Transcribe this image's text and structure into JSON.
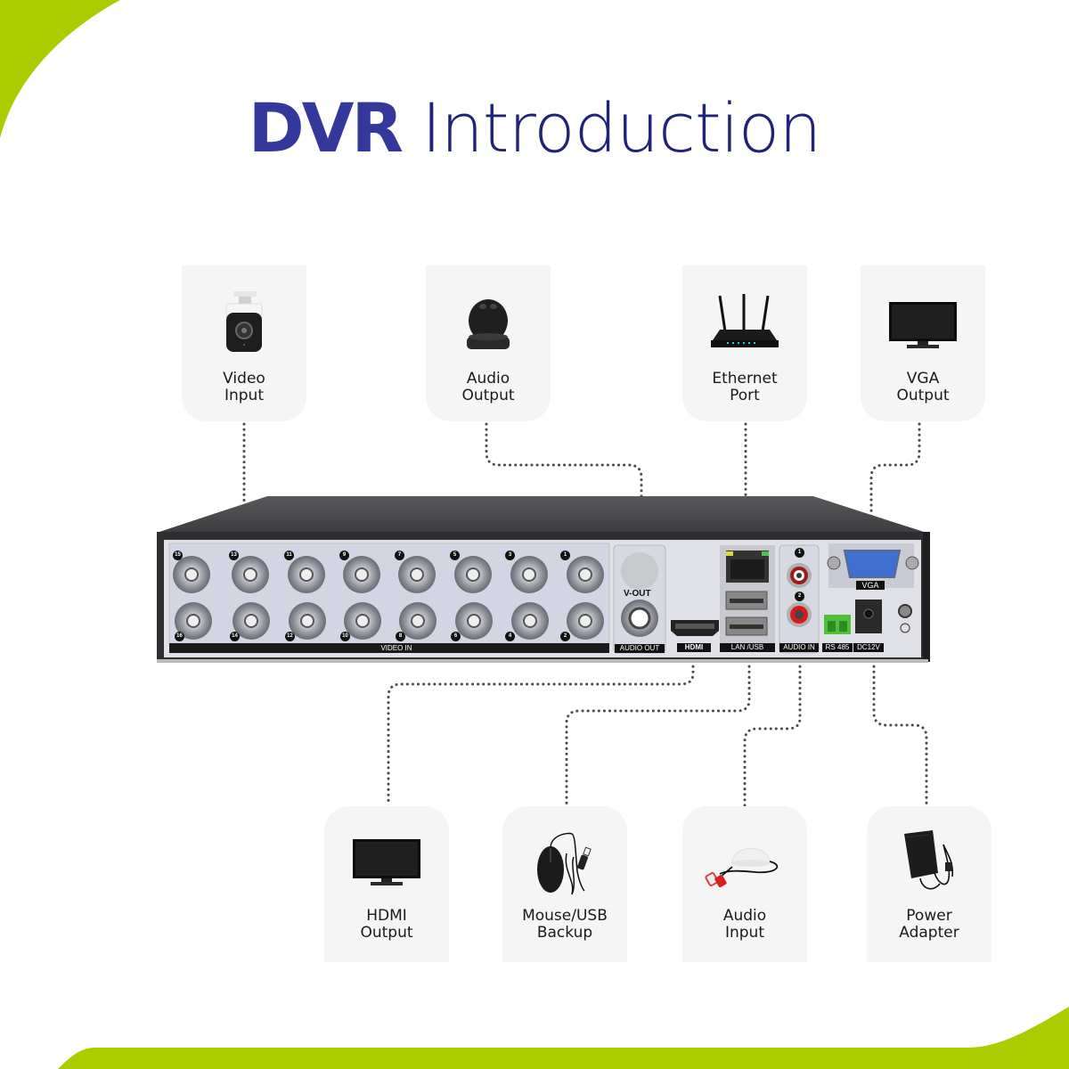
{
  "title": {
    "bold": "DVR",
    "light": "Introduction"
  },
  "colors": {
    "title_blue": "#2b2d87",
    "accent_green": "#abcd00",
    "card_bg": "#f5f5f5",
    "device_body": "#3c3c3e",
    "device_panel": "#d6d8e0",
    "connector_dots": "#4a4a4a"
  },
  "top_cards": [
    {
      "id": "video-input",
      "line1": "Video",
      "line2": "Input",
      "icon": "security-camera-icon"
    },
    {
      "id": "audio-output",
      "line1": "Audio",
      "line2": "Output",
      "icon": "speaker-icon"
    },
    {
      "id": "ethernet-port",
      "line1": "Ethernet",
      "line2": "Port",
      "icon": "router-icon"
    },
    {
      "id": "vga-output",
      "line1": "VGA",
      "line2": "Output",
      "icon": "monitor-icon"
    }
  ],
  "bottom_cards": [
    {
      "id": "hdmi-output",
      "line1": "HDMI",
      "line2": "Output",
      "icon": "monitor-icon"
    },
    {
      "id": "mouse-usb-backup",
      "line1": "Mouse/USB",
      "line2": "Backup",
      "icon": "mouse-icon"
    },
    {
      "id": "audio-input",
      "line1": "Audio",
      "line2": "Input",
      "icon": "microphone-icon"
    },
    {
      "id": "power-adapter",
      "line1": "Power",
      "line2": "Adapter",
      "icon": "power-adapter-icon"
    }
  ],
  "device": {
    "name": "DVR",
    "channels_top": [
      "15",
      "13",
      "11",
      "9",
      "7",
      "5",
      "3",
      "1"
    ],
    "channels_bottom": [
      "16",
      "14",
      "12",
      "10",
      "8",
      "6",
      "4",
      "2"
    ],
    "port_labels": {
      "video_in": "VIDEO IN",
      "v_out": "V-OUT",
      "audio_out": "AUDIO OUT",
      "hdmi": "HDMI",
      "lan_usb": "LAN /USB",
      "audio_in": "AUDIO IN",
      "audio_in_1": "1",
      "audio_in_2": "2",
      "vga": "VGA",
      "rs485": "RS 485",
      "dc12v": "DC12V"
    }
  }
}
